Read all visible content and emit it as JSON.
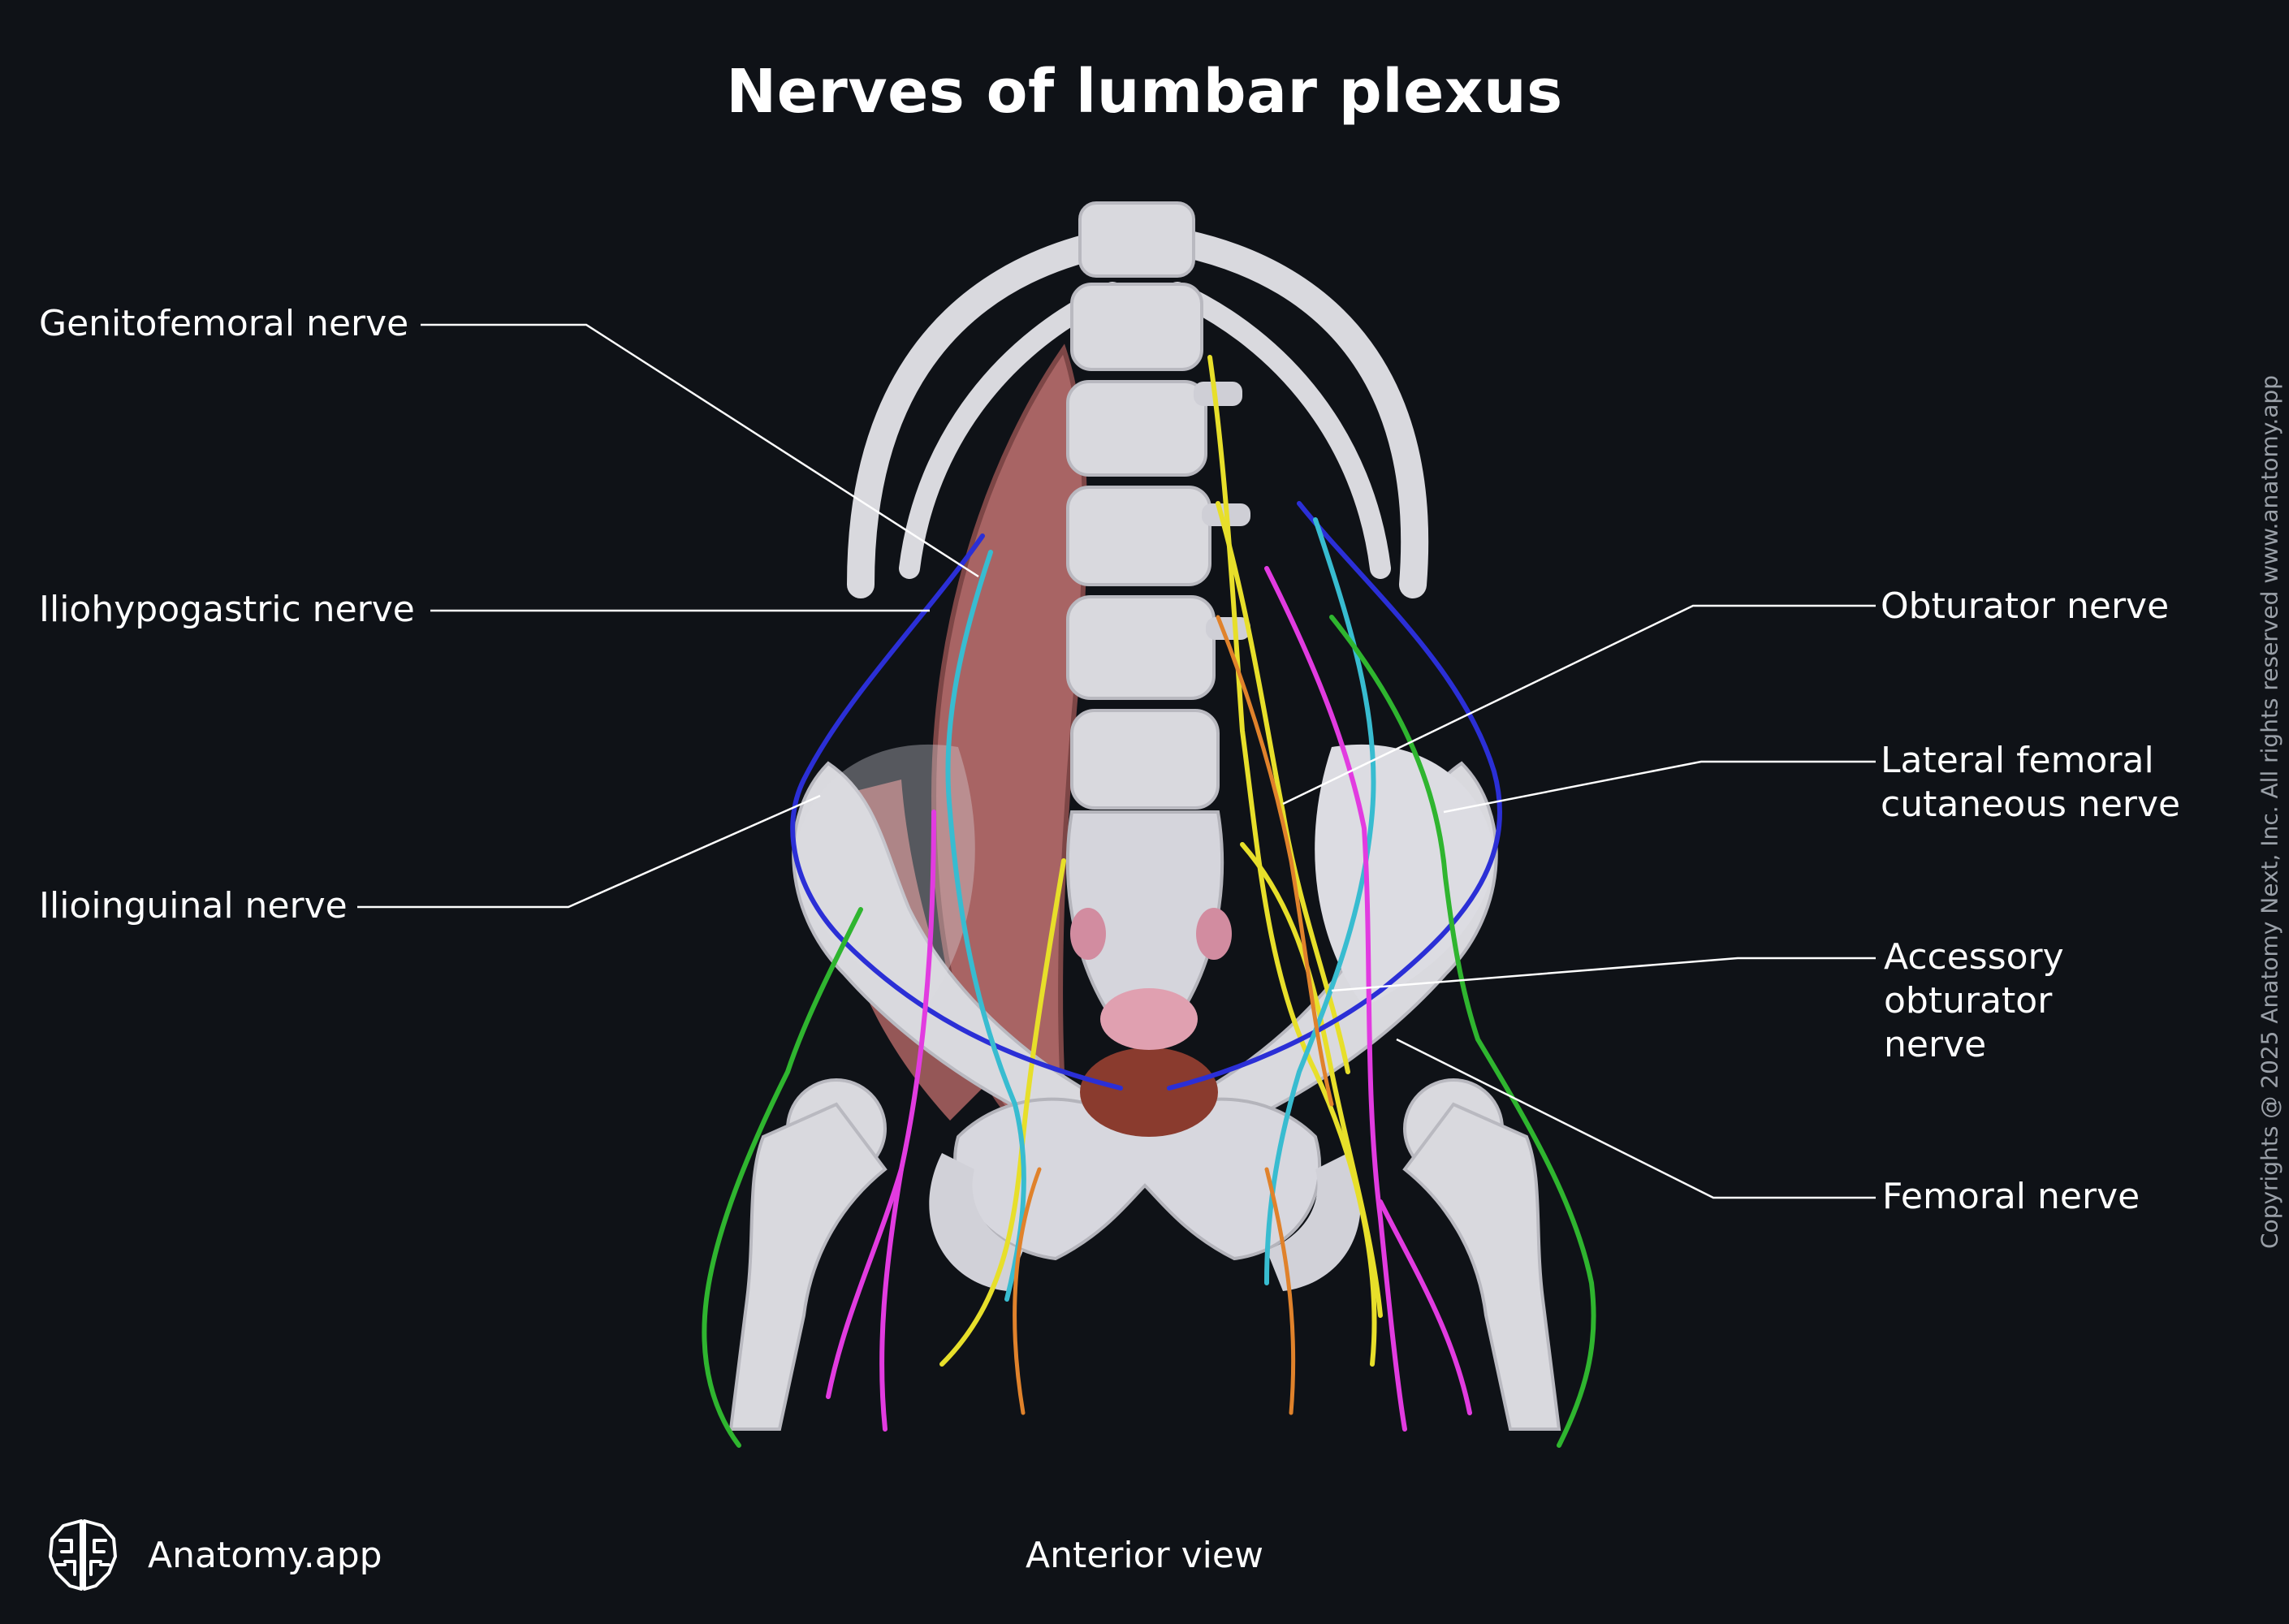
{
  "diagram": {
    "title": "Nerves of lumbar plexus",
    "view": "Anterior view",
    "labels": {
      "genitofemoral": "Genitofemoral nerve",
      "iliohypogastric": "Iliohypogastric nerve",
      "ilioinguinal": "Ilioinguinal nerve",
      "obturator": "Obturator nerve",
      "lateral_femoral_line1": "Lateral femoral",
      "lateral_femoral_line2": "cutaneous nerve",
      "accessory_line1": "Accessory",
      "accessory_line2": "obturator",
      "accessory_line3": "nerve",
      "femoral": "Femoral nerve"
    }
  },
  "footer": {
    "brand": "Anatomy.app",
    "copyright": "Copyrights @ 2025 Anatomy Next, Inc. All rights reserved www.anatomy.app"
  },
  "colors": {
    "background": "#0f1217",
    "bone": "#d9d9de",
    "muscle": "#a86464",
    "iliohypogastric": "#2b2fd6",
    "ilioinguinal": "#38bcd0",
    "genitofemoral": "#e23be0",
    "lateral_femoral_cutaneous": "#2fb52f",
    "femoral": "#e7df2a",
    "obturator": "#e0822b",
    "leader_line": "#ffffff"
  }
}
